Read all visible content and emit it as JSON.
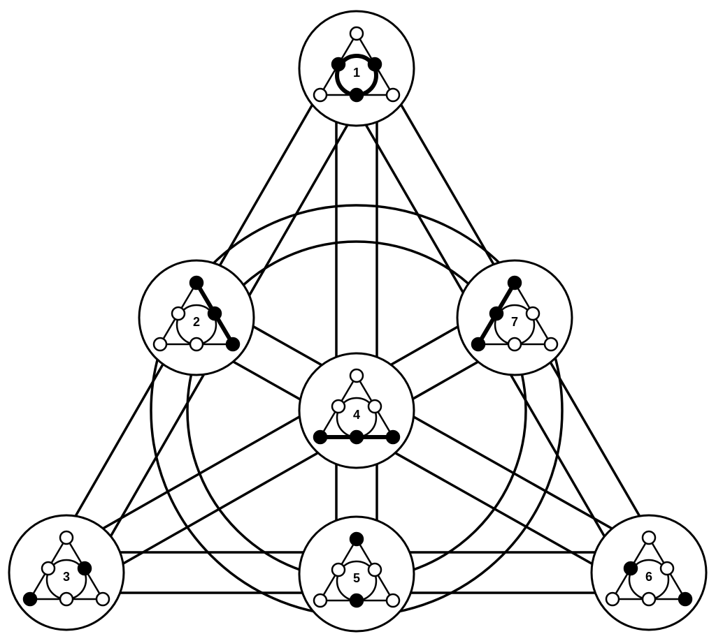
{
  "fano": {
    "nodes": [
      {
        "id": "n1",
        "label": "1",
        "filled": [
          "ML",
          "MR",
          "B"
        ],
        "highlight": [
          "circle"
        ]
      },
      {
        "id": "n2",
        "label": "2",
        "filled": [
          "T",
          "MR",
          "BR"
        ],
        "highlight": [
          "right-side"
        ]
      },
      {
        "id": "n3",
        "label": "3",
        "filled": [
          "BL",
          "MR"
        ],
        "highlight": []
      },
      {
        "id": "n4",
        "label": "4",
        "filled": [
          "BL",
          "B",
          "BR"
        ],
        "highlight": [
          "base"
        ]
      },
      {
        "id": "n5",
        "label": "5",
        "filled": [
          "T",
          "B"
        ],
        "highlight": []
      },
      {
        "id": "n6",
        "label": "6",
        "filled": [
          "ML",
          "BR"
        ],
        "highlight": []
      },
      {
        "id": "n7",
        "label": "7",
        "filled": [
          "T",
          "ML",
          "BL"
        ],
        "highlight": [
          "left-side"
        ]
      }
    ],
    "colors": {
      "stroke": "#000000",
      "fill": "#ffffff",
      "dot": "#000000"
    }
  }
}
